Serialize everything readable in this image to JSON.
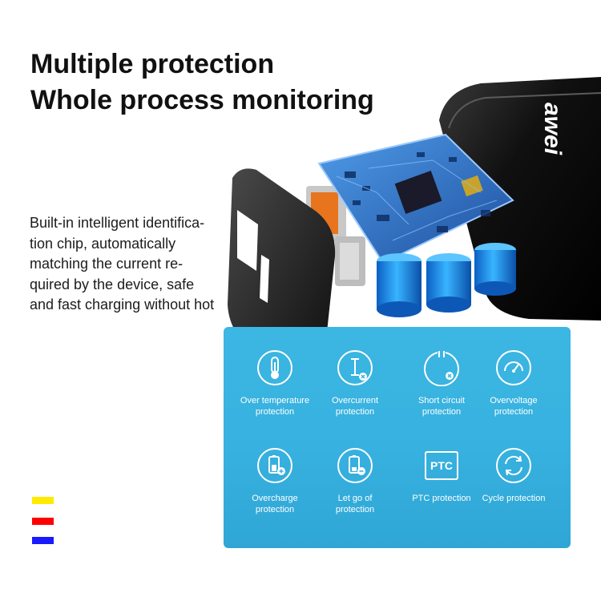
{
  "headline": {
    "line1": "Multiple protection",
    "line2": "Whole process monitoring"
  },
  "description": {
    "lines": [
      "Built-in intelligent identifica-",
      "tion chip, automatically",
      "matching the current re-",
      "quired by the device, safe",
      "and fast charging without hot"
    ]
  },
  "product": {
    "brand_mark": "awei"
  },
  "features": [
    {
      "label_lines": [
        "Over temperature",
        "protection"
      ],
      "icon": "thermometer-icon"
    },
    {
      "label_lines": [
        "Overcurrent",
        "protection"
      ],
      "icon": "overcurrent-icon"
    },
    {
      "label_lines": [
        "Short circuit",
        "protection"
      ],
      "icon": "short-circuit-icon"
    },
    {
      "label_lines": [
        "Overvoltage",
        "protection"
      ],
      "icon": "gauge-icon"
    },
    {
      "label_lines": [
        "Overcharge",
        "protection"
      ],
      "icon": "battery-plus-icon"
    },
    {
      "label_lines": [
        "Let go of",
        "protection"
      ],
      "icon": "battery-minus-icon"
    },
    {
      "label_lines": [
        "PTC protection"
      ],
      "icon": "ptc-icon",
      "icon_text": "PTC"
    },
    {
      "label_lines": [
        "Cycle protection"
      ],
      "icon": "cycle-icon"
    }
  ],
  "color_swatches": [
    "#ffea00",
    "#ff0000",
    "#1a1aff"
  ],
  "colors": {
    "panel": "#37b1df",
    "charger_body": "#111111",
    "pcb": "#2a6fc4",
    "capacitor": "#1e8fe8"
  }
}
